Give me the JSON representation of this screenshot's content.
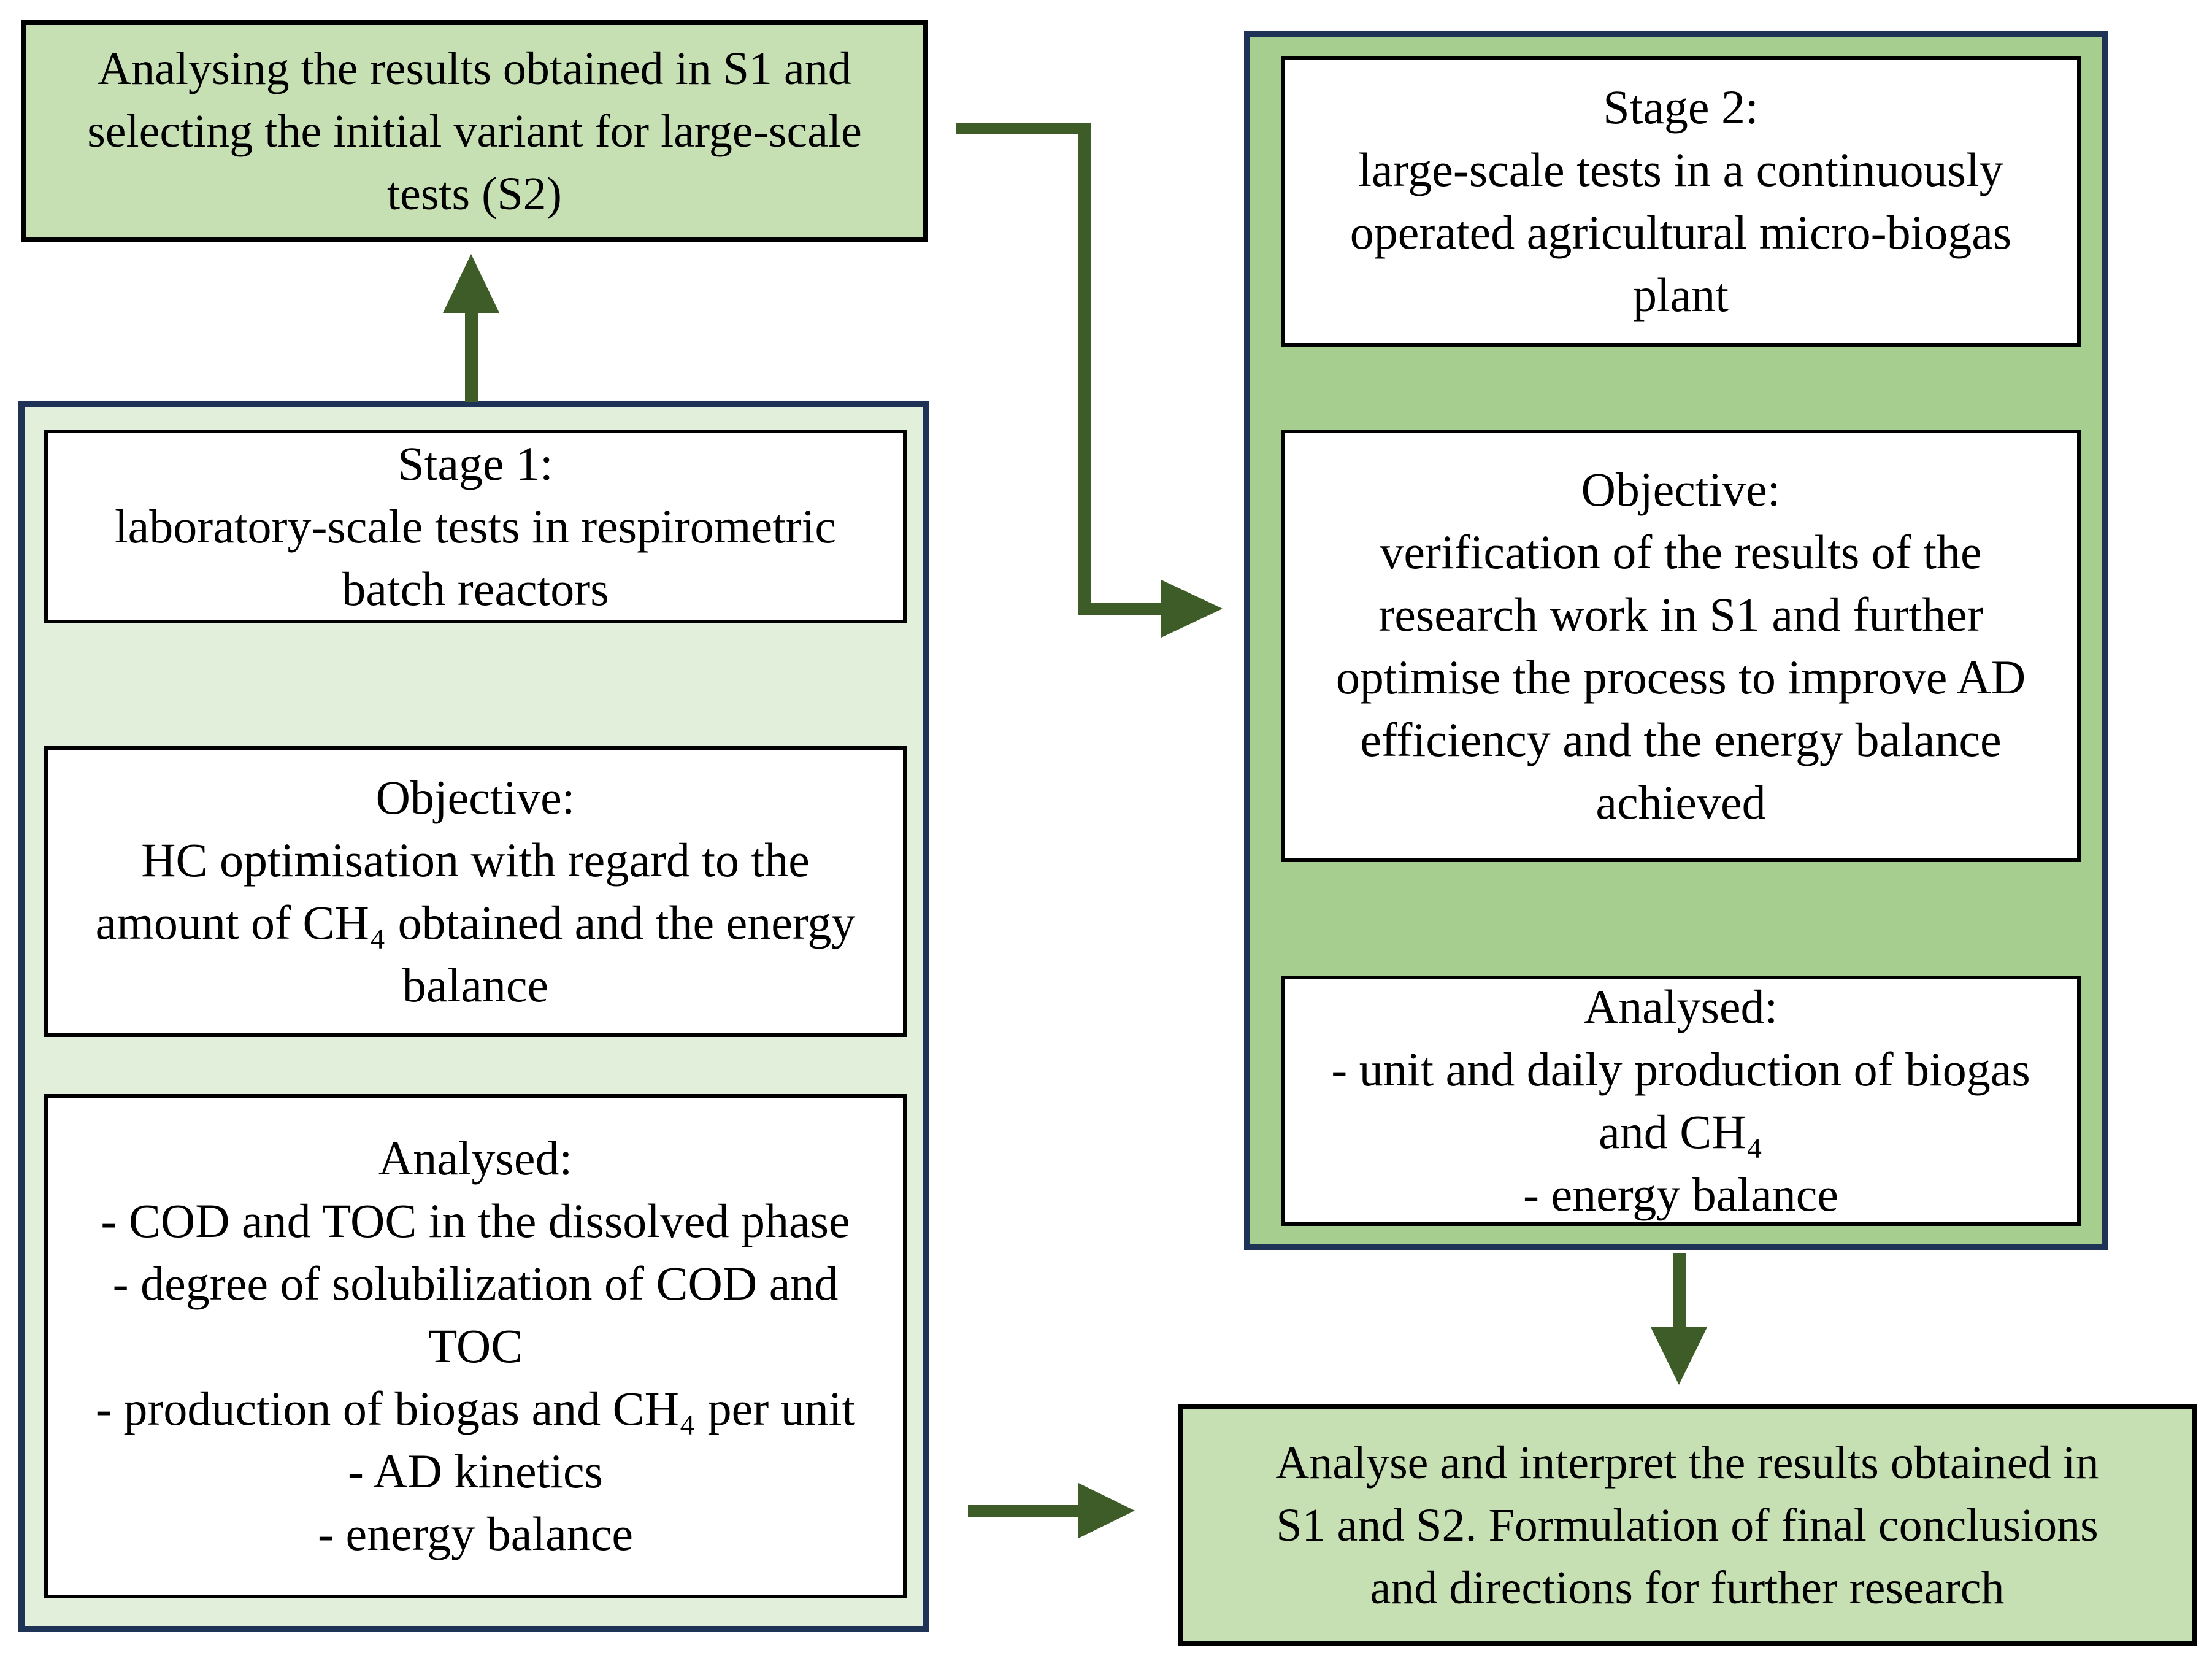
{
  "figure": {
    "selection_box": {
      "lines": [
        "Analysing the results obtained in S1 and",
        "selecting the initial variant for large-scale",
        "tests (S2)"
      ]
    },
    "stage1": {
      "title_box": {
        "heading": "Stage 1:",
        "lines": [
          "laboratory-scale tests in respirometric",
          "batch reactors"
        ]
      },
      "objective_box": {
        "heading": "Objective:",
        "lines": [
          "HC optimisation with regard to the",
          "amount of CH₄ obtained and the energy",
          "balance"
        ]
      },
      "analysed_box": {
        "heading": "Analysed:",
        "lines": [
          "- COD and TOC in the dissolved phase",
          "- degree of solubilization of COD and",
          "TOC",
          "- production of biogas and CH₄ per unit",
          "- AD kinetics",
          "- energy balance"
        ]
      }
    },
    "stage2": {
      "title_box": {
        "heading": "Stage 2:",
        "lines": [
          "large-scale tests in a continuously",
          "operated agricultural micro-biogas",
          "plant"
        ]
      },
      "objective_box": {
        "heading": "Objective:",
        "lines": [
          "verification of the results of the",
          "research work in S1 and further",
          "optimise the process to improve AD",
          "efficiency and the energy balance",
          "achieved"
        ]
      },
      "analysed_box": {
        "heading": "Analysed:",
        "lines": [
          "- unit and daily production of biogas",
          "and CH₄",
          "- energy balance"
        ]
      }
    },
    "conclusion_box": {
      "lines": [
        "Analyse and interpret the results obtained in",
        "S1 and S2. Formulation of final conclusions",
        "and directions for further research"
      ]
    },
    "colors": {
      "note_box_fill": "#c6e0b4",
      "stage1_fill": "#e2efda",
      "stage2_fill": "#a6ce8e",
      "container_border": "#1e3356",
      "inner_box_fill": "#ffffff",
      "inner_box_border": "#000000",
      "arrow": "#3d5c27"
    }
  }
}
